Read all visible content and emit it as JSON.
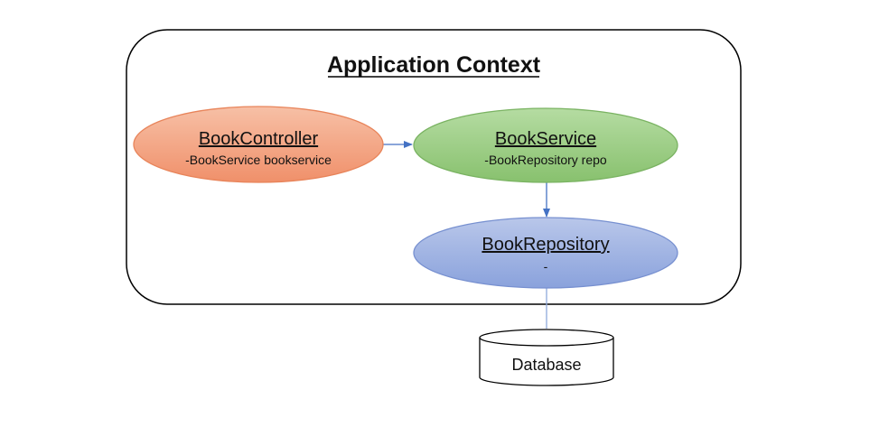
{
  "context": {
    "title": "Application Context"
  },
  "nodes": {
    "controller": {
      "name": "BookController",
      "field": "-BookService bookservice",
      "fill_top": "#f7c0a6",
      "fill_bottom": "#f0906a",
      "stroke": "#e8845a"
    },
    "service": {
      "name": "BookService",
      "field": "-BookRepository  repo",
      "fill_top": "#b5dca2",
      "fill_bottom": "#88c16e",
      "stroke": "#7ab362"
    },
    "repository": {
      "name": "BookRepository",
      "field": "-",
      "fill_top": "#b9c7ea",
      "fill_bottom": "#8aa2dc",
      "stroke": "#7790d0"
    }
  },
  "database": {
    "label": "Database"
  },
  "colors": {
    "arrow": "#4472c4",
    "border": "#000000"
  }
}
